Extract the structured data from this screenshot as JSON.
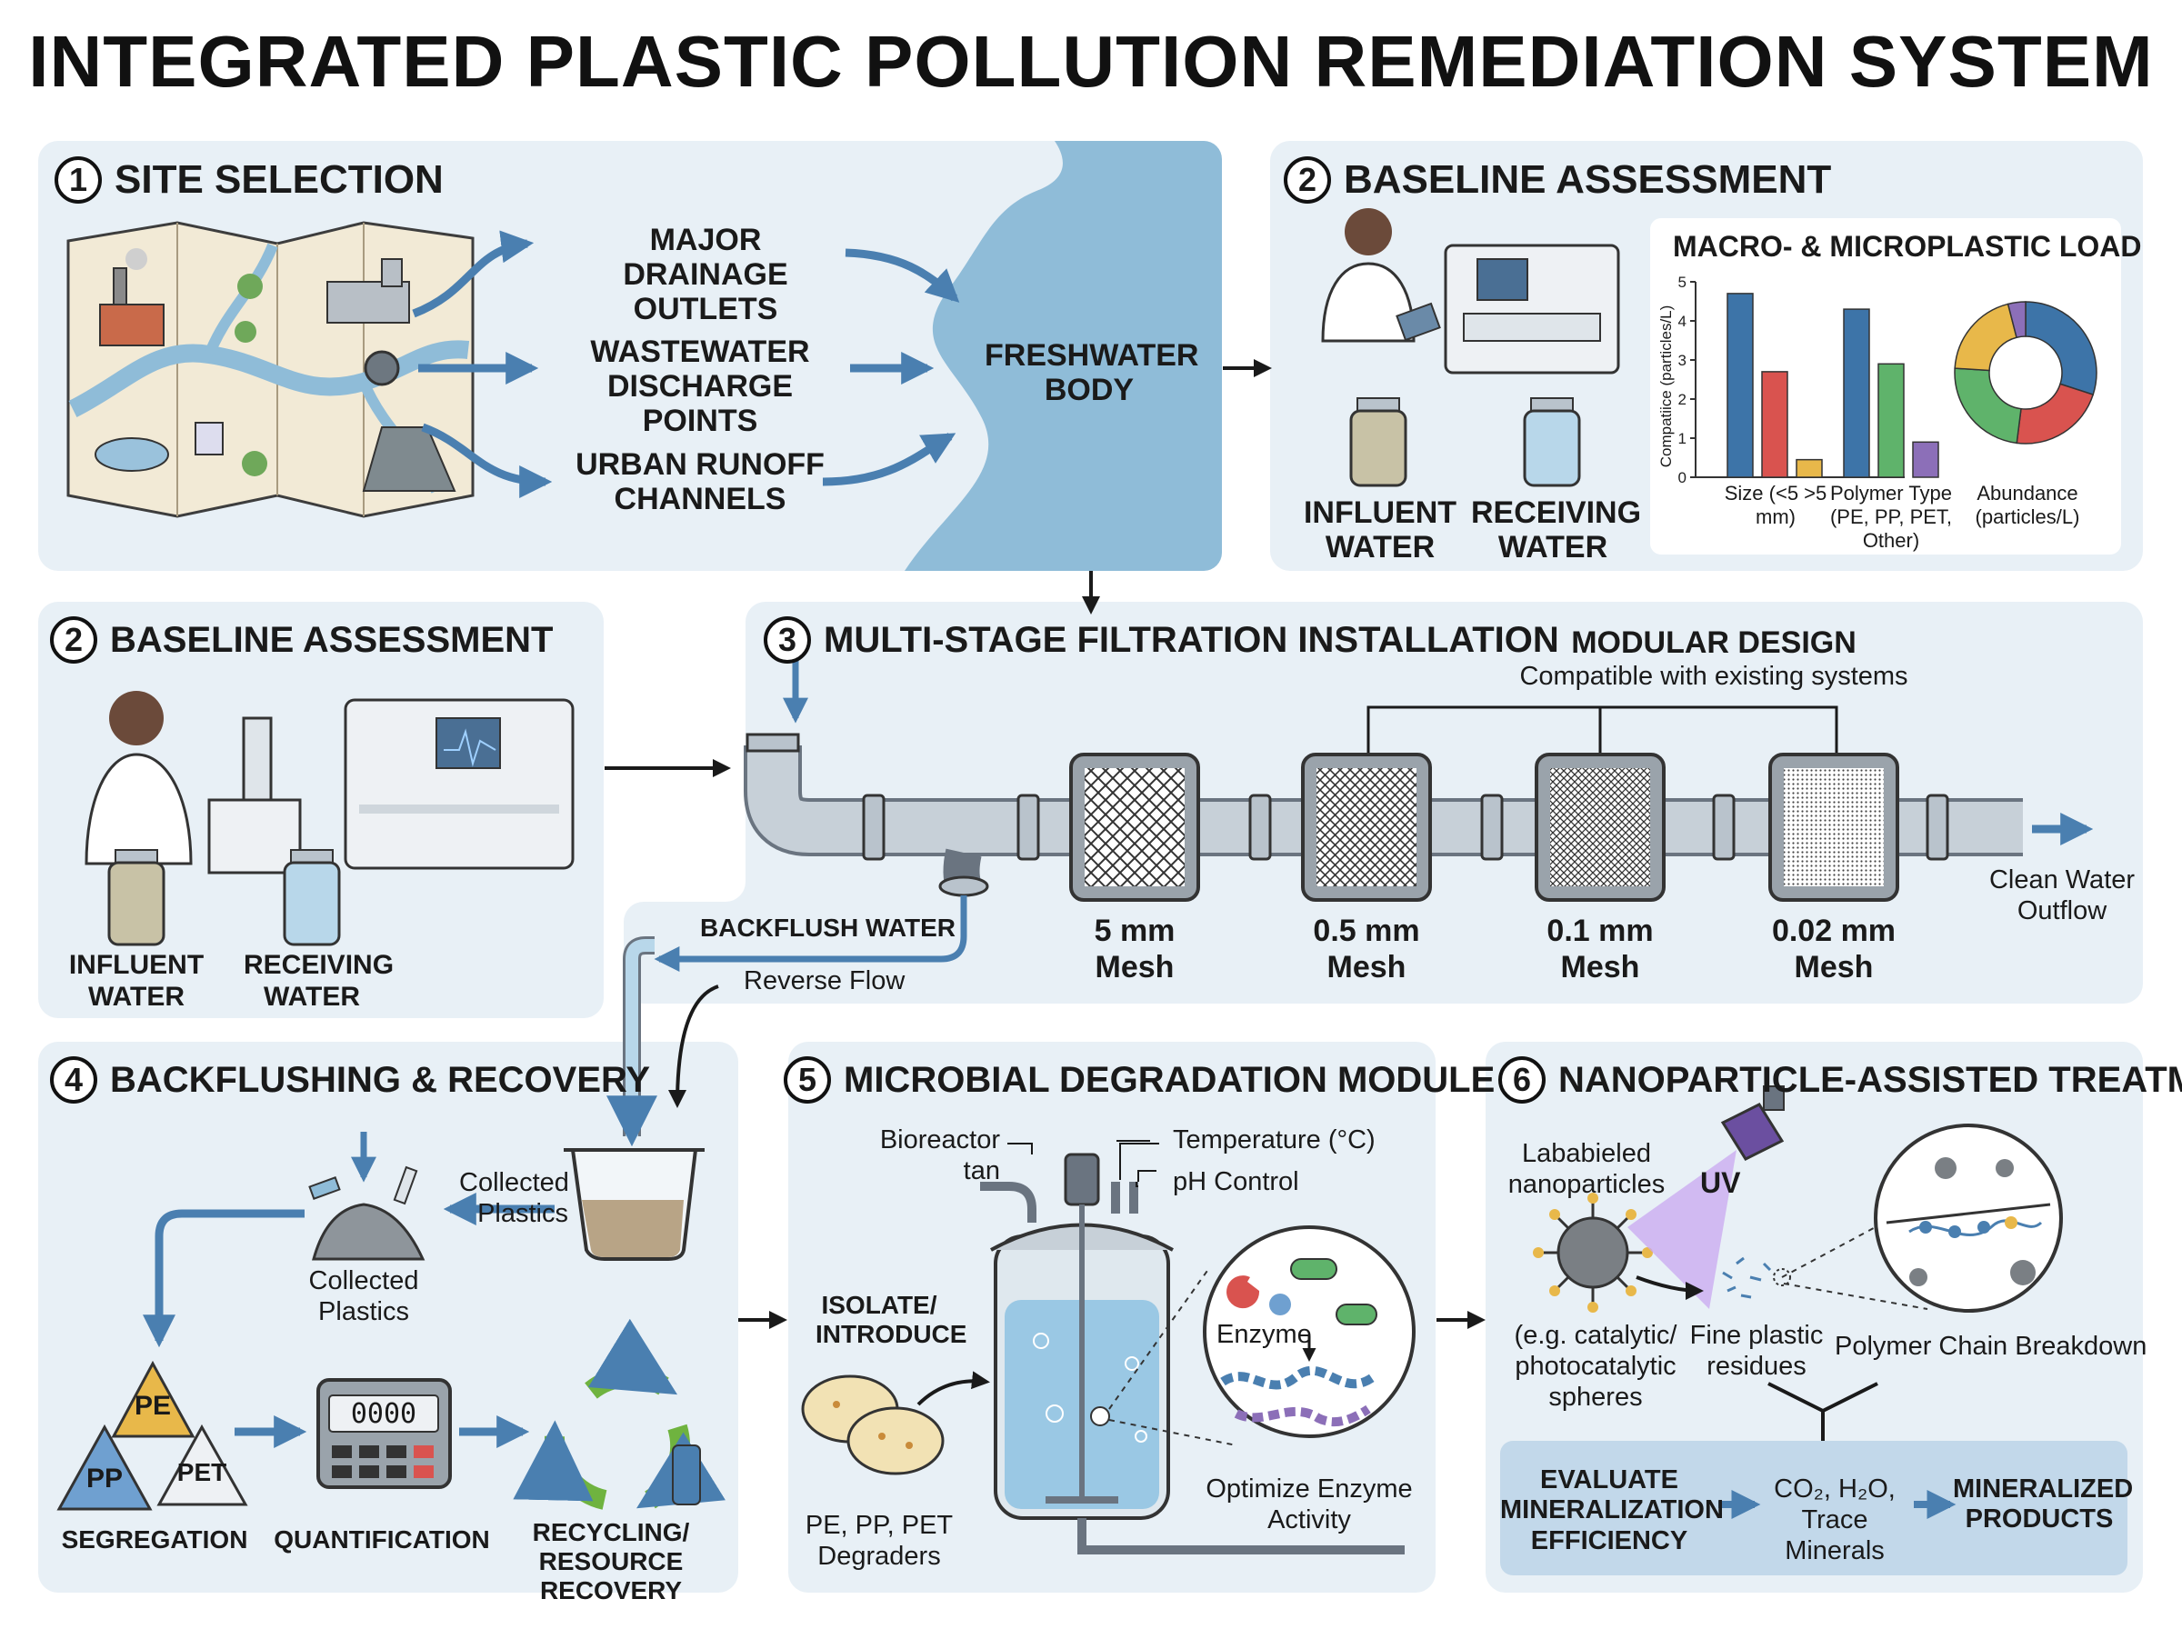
{
  "title": "INTEGRATED PLASTIC POLLUTION REMEDIATION SYSTEM",
  "site_selection": {
    "number": "1",
    "heading": "SITE SELECTION",
    "sources": [
      "MAJOR DRAINAGE OUTLETS",
      "WASTEWATER DISCHARGE POINTS",
      "URBAN RUNOFF CHANNELS"
    ],
    "water_body": "FRESHWATER BODY"
  },
  "baseline_top": {
    "number": "2",
    "heading": "BASELINE ASSESSMENT",
    "samples": [
      "INFLUENT WATER",
      "RECEIVING WATER"
    ],
    "chart_title": "MACRO- & MICROPLASTIC LOAD",
    "ylabel": "Compatiice (particles/L)",
    "groups": [
      "Size (<5 >5 mm)",
      "Polymer Type (PE, PP, PET, Other)",
      "Abundance (particles/L)"
    ]
  },
  "chart_data": {
    "type": "bar",
    "title": "MACRO- & MICROPLASTIC LOAD",
    "ylabel": "Compatiice (particles/L)",
    "ylim": [
      0,
      5
    ],
    "yticks": [
      "0",
      "1",
      "2",
      "3",
      "4",
      "5"
    ],
    "categories": [
      "Size (<5 >5 mm)",
      "Polymer Type (PE, PP, PET, Other)",
      "Abundance (particles/L)"
    ],
    "size_values": [
      4.7,
      2.7,
      0.45
    ],
    "polymer_values": [
      4.3,
      2.9,
      0.9
    ],
    "abundance_shares": [
      0.3,
      0.22,
      0.24,
      0.2,
      0.04
    ],
    "colors": [
      "#3d74a8",
      "#d9534f",
      "#e8b84a",
      "#5fb36b",
      "#8c6fb8"
    ]
  },
  "baseline_mid": {
    "number": "2",
    "heading": "BASELINE ASSESSMENT",
    "samples": [
      "INFLUENT WATER",
      "RECEIVING WATER"
    ]
  },
  "filtration": {
    "number": "3",
    "heading": "MULTI-STAGE FILTRATION INSTALLATION",
    "modular_title": "MODULAR DESIGN",
    "modular_sub": "Compatible with existing systems",
    "meshes": [
      {
        "size": "5 mm",
        "label": "Mesh"
      },
      {
        "size": "0.5 mm",
        "label": "Mesh"
      },
      {
        "size": "0.1 mm",
        "label": "Mesh"
      },
      {
        "size": "0.02 mm",
        "label": "Mesh"
      }
    ],
    "outflow": "Clean Water Outflow",
    "backflush": "BACKFLUSH WATER",
    "reverse": "Reverse Flow"
  },
  "backflushing": {
    "number": "4",
    "heading": "BACKFLUSHING & RECOVERY",
    "collected_arrow": "Collected Plastics",
    "collected_pile": "Collected Plastics",
    "polymers": [
      "PE",
      "PP",
      "PET"
    ],
    "counter": "0000",
    "steps": [
      "SEGREGATION",
      "QUANTIFICATION",
      "RECYCLING/ RESOURCE RECOVERY"
    ]
  },
  "microbial": {
    "number": "5",
    "heading": "MICROBIAL DEGRADATION MODULE",
    "bioreactor": "Bioreactor tan",
    "temperature": "Temperature (°C)",
    "ph": "pH Control",
    "isolate": "ISOLATE/ INTRODUCE",
    "degraders": "PE, PP, PET Degraders",
    "enzyme": "Enzyme",
    "optimize": "Optimize Enzyme Activity"
  },
  "nanoparticle": {
    "number": "6",
    "heading": "NANOPARTICLE-ASSISTED TREATMENT",
    "labeled": "Lababieled nanoparticles",
    "uv": "UV",
    "examples": "(e.g. catalytic/ photocatalytic spheres",
    "residues": "Fine plastic residues",
    "chain": "Polymer Chain Breakdown",
    "evaluate": "EVALUATE MINERALIZATION EFFICIENCY",
    "co2": "CO₂, H₂O, Trace Minerals",
    "products": "MINERALIZED PRODUCTS"
  },
  "colors": {
    "panel": "#e8f0f6",
    "water": "#8fbcd8",
    "arrow": "#4a7fb0",
    "pipe": "#b9c3cc"
  }
}
